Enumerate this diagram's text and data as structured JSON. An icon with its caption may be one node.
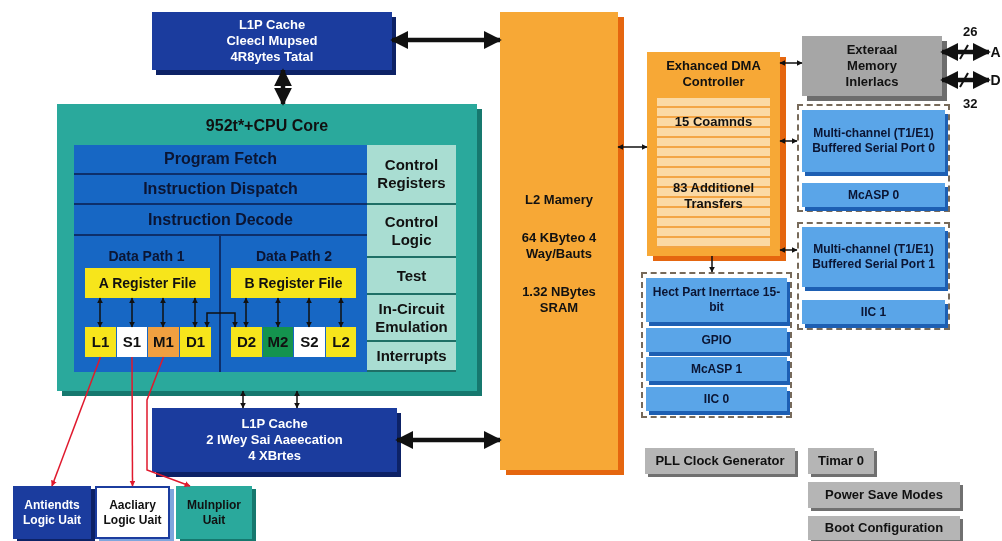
{
  "diagram": {
    "nodes": [
      {
        "text": [
          "L1P Cache",
          "Cleecl Mupsed",
          "4R8ytes Tatal"
        ]
      },
      {
        "text": [
          "952t*+CPU Core"
        ]
      },
      {
        "text": [
          "Program Fetch"
        ],
        "in": 1
      },
      {
        "text": [
          "Instruction Dispatch"
        ],
        "in": 1
      },
      {
        "text": [
          "Instruction Decode"
        ],
        "in": 1
      },
      {
        "text": [
          "Data Path 1"
        ],
        "in": 1
      },
      {
        "text": [
          "A Register File"
        ],
        "in": 5
      },
      {
        "text": [
          "L1"
        ],
        "in": 5
      },
      {
        "text": [
          "S1"
        ],
        "in": 5
      },
      {
        "text": [
          "M1"
        ],
        "in": 5
      },
      {
        "text": [
          "D1"
        ],
        "in": 5
      },
      {
        "text": [
          "Data Path 2"
        ],
        "in": 1
      },
      {
        "text": [
          "B Register File"
        ],
        "in": 11
      },
      {
        "text": [
          "D2"
        ],
        "in": 11
      },
      {
        "text": [
          "M2"
        ],
        "in": 11
      },
      {
        "text": [
          "S2"
        ],
        "in": 11
      },
      {
        "text": [
          "L2"
        ],
        "in": 11
      },
      {
        "text": [
          "Control Registers"
        ],
        "in": 1
      },
      {
        "text": [
          "Control Logic"
        ],
        "in": 1
      },
      {
        "text": [
          "Test"
        ],
        "in": 1
      },
      {
        "text": [
          "In-Circuit Emulation"
        ],
        "in": 1
      },
      {
        "text": [
          "Interrupts"
        ],
        "in": 1
      },
      {
        "text": [
          "L1P Cache",
          "2 IWey Sai Aaeecation",
          "4 XBrtes"
        ]
      },
      {
        "text": [
          "Antiendts Logic Uait"
        ]
      },
      {
        "text": [
          "Aacliary Logic Uait"
        ]
      },
      {
        "text": [
          "Mulnplior Uait"
        ]
      },
      {
        "text": [
          "L2 Mamery",
          "64 KByteo 4 Way/Bauts",
          "1.32 NBytes SRAM"
        ]
      },
      {
        "text": [
          "Exhanced DMA Controller",
          "15 Coamnds",
          "83 Additionel Transfers"
        ]
      },
      {
        "text": [
          "Exteraal Memory Inlerlacs"
        ]
      },
      {
        "text": [],
        "shape": "box"
      },
      {
        "text": [
          "Multi-channel (T1/E1) Buffered Serial Port 0"
        ],
        "in": 29
      },
      {
        "text": [
          "McASP 0"
        ],
        "in": 29
      },
      {
        "text": [],
        "shape": "box"
      },
      {
        "text": [
          "Multi-channel (T1/E1) Buffered Serial Port 1"
        ],
        "in": 32
      },
      {
        "text": [
          "IIC 1"
        ],
        "in": 32
      },
      {
        "text": [],
        "shape": "box"
      },
      {
        "text": [
          "Hect Part Inerrtace 15-bit"
        ],
        "in": 35
      },
      {
        "text": [
          "GPIO"
        ],
        "in": 35
      },
      {
        "text": [
          "McASP 1"
        ],
        "in": 35
      },
      {
        "text": [
          "IIC 0"
        ],
        "in": 35
      },
      {
        "text": [
          "PLL Clock Generator"
        ]
      },
      {
        "text": [
          "Timar 0"
        ]
      },
      {
        "text": [
          "Power Save Modes"
        ]
      },
      {
        "text": [
          "Boot Configuration"
        ]
      },
      {
        "text": [
          "A"
        ]
      },
      {
        "text": [
          "D"
        ]
      }
    ],
    "edges": [
      {
        "from": 0,
        "to": 1,
        "arrow": "both",
        "style": "thick"
      },
      {
        "from": 0,
        "to": 26,
        "arrow": "both",
        "style": "thick"
      },
      {
        "from": 1,
        "to": 22,
        "arrow": "both"
      },
      {
        "from": 1,
        "to": 22,
        "arrow": "both"
      },
      {
        "from": 22,
        "to": 26,
        "arrow": "both",
        "style": "thick"
      },
      {
        "from": 26,
        "to": 27,
        "arrow": "both"
      },
      {
        "from": 27,
        "to": 28,
        "arrow": "both"
      },
      {
        "from": 27,
        "to": 29,
        "arrow": "both"
      },
      {
        "from": 27,
        "to": 32,
        "arrow": "both"
      },
      {
        "from": 27,
        "to": 35,
        "arrow": "to"
      },
      {
        "from": 28,
        "to": 44,
        "arrow": "both",
        "style": "thick"
      },
      {
        "from": 28,
        "to": 45,
        "arrow": "both",
        "style": "thick"
      },
      {
        "from": 6,
        "to": 7,
        "arrow": "both"
      },
      {
        "from": 6,
        "to": 8,
        "arrow": "both"
      },
      {
        "from": 6,
        "to": 9,
        "arrow": "both"
      },
      {
        "from": 6,
        "to": 10,
        "arrow": "both"
      },
      {
        "from": 12,
        "to": 13,
        "arrow": "both"
      },
      {
        "from": 12,
        "to": 14,
        "arrow": "both"
      },
      {
        "from": 12,
        "to": 15,
        "arrow": "both"
      },
      {
        "from": 12,
        "to": 16,
        "arrow": "both"
      },
      {
        "from": 10,
        "to": 13,
        "arrow": "both"
      },
      {
        "from": 7,
        "to": 23,
        "arrow": "to",
        "color": "#e0192d"
      },
      {
        "from": 8,
        "to": 24,
        "arrow": "to",
        "color": "#e0192d"
      },
      {
        "from": 9,
        "to": 25,
        "arrow": "to",
        "color": "#e0192d"
      }
    ],
    "labels": [
      "26",
      "32"
    ]
  }
}
